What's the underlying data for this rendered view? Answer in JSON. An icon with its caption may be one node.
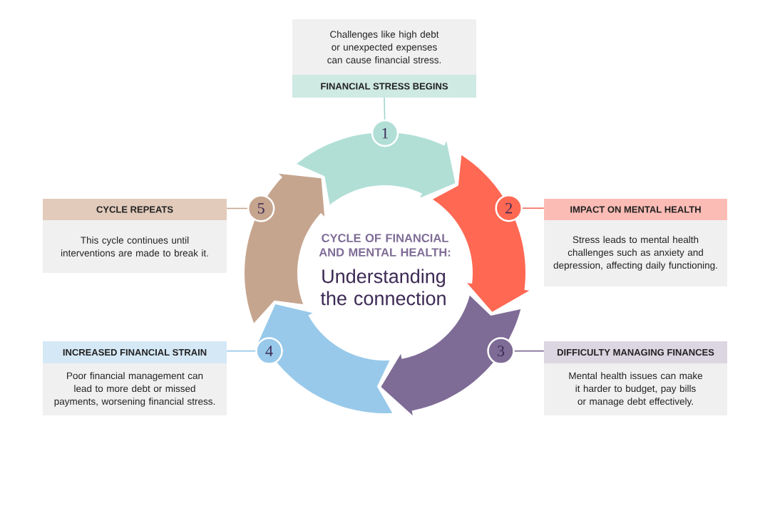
{
  "diagram": {
    "title": "CYCLE OF FINANCIAL AND MENTAL HEALTH:",
    "nodes": [
      {
        "text": [
          "Challenges like high debt or unexpected expenses can cause financial stress.",
          "FINANCIAL STRESS BEGINS"
        ]
      },
      {
        "text": [
          "1"
        ]
      },
      {
        "text": [
          "IMPACT ON MENTAL HEALTH",
          "Stress leads to mental health challenges such as anxiety and depression, affecting daily functioning."
        ]
      },
      {
        "text": [
          "2"
        ]
      },
      {
        "text": [
          "DIFFICULTY MANAGING FINANCES",
          "Mental health issues can make it harder to budget, pay bills or manage debt effectively."
        ]
      },
      {
        "text": [
          "3"
        ]
      },
      {
        "text": [
          "INCREASED FINANCIAL STRAIN",
          "Poor financial management can lead to more debt or missed payments, worsening financial stress."
        ]
      },
      {
        "text": [
          "4"
        ]
      },
      {
        "text": [
          "CYCLE REPEATS",
          "This cycle continues until interventions are made to break it."
        ]
      },
      {
        "text": [
          "5"
        ]
      }
    ],
    "edges": [
      {
        "from": 0,
        "to": 1,
        "arrow": "none",
        "color": "#9fd6cb"
      },
      {
        "from": 2,
        "to": 3,
        "arrow": "none",
        "color": "#f26c5a"
      },
      {
        "from": 4,
        "to": 5,
        "arrow": "none",
        "color": "#7e6c96"
      },
      {
        "from": 6,
        "to": 7,
        "arrow": "none",
        "color": "#98c9ea"
      },
      {
        "from": 8,
        "to": 9,
        "arrow": "none",
        "color": "#c6a58f"
      }
    ],
    "labels": [
      "Understanding the connection"
    ]
  }
}
